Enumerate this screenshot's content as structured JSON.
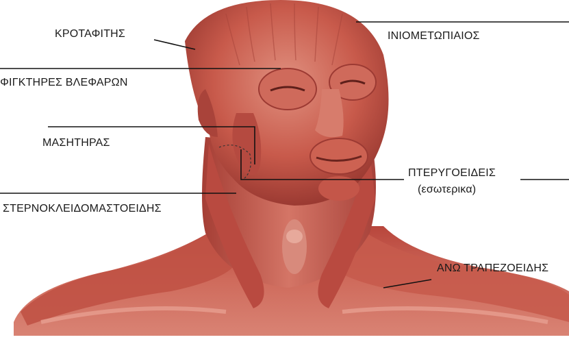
{
  "labels": {
    "krotafitis": "ΚΡΟΤΑΦΙΤΗΣ",
    "iniometopiaios": "ΙΝΙΟΜΕΤΩΠΙΑΙΟΣ",
    "sfigktires": "ΣΦΙΓΚΤΗΡΕΣ ΒΛΕΦΑΡΩΝ",
    "masitiras": "ΜΑΣΗΤΗΡΑΣ",
    "pterygoeideis": "ΠΤΕΡΥΓΟΕΙΔΕΙΣ",
    "pterygoeideis_note": "(εσωτερικα)",
    "sternokleido": "ΣΤΕΡΝΟΚΛΕΙΔΟΜΑΣΤΟΕΙΔΗΣ",
    "ano_trapezoeidis": "ΑΝΩ ΤΡΑΠΕΖΟΕΙΔΗΣ"
  },
  "colors": {
    "muscle": "#c9574a",
    "muscle_dark": "#9e3a33",
    "muscle_light": "#e08f80",
    "background": "#ffffff",
    "leader_line": "#111111"
  }
}
